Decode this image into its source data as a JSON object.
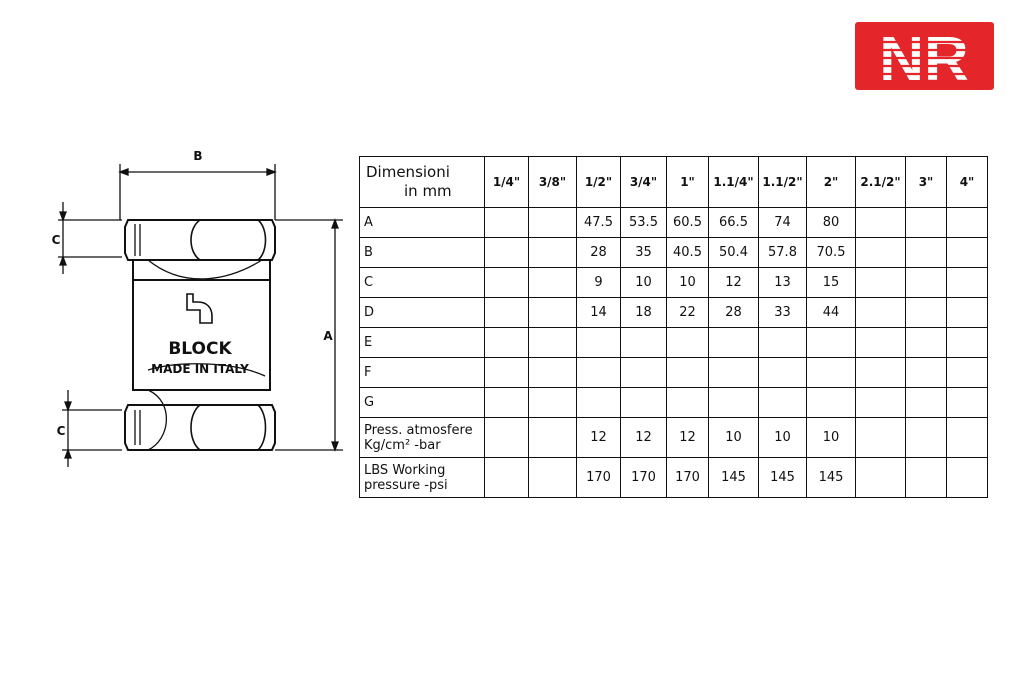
{
  "logo": {
    "text": "NR",
    "color": "#e4262a"
  },
  "drawing": {
    "label_b": "B",
    "label_a": "A",
    "label_c_top": "C",
    "label_c_bottom": "C",
    "brand": "BLOCK",
    "origin": "MADE IN ITALY"
  },
  "table": {
    "header_line1": "Dimensioni",
    "header_line2": "in mm",
    "columns": [
      "1/4\"",
      "3/8\"",
      "1/2\"",
      "3/4\"",
      "1\"",
      "1.1/4\"",
      "1.1/2\"",
      "2\"",
      "2.1/2\"",
      "3\"",
      "4\""
    ],
    "rows": [
      {
        "label": "A",
        "values": [
          "",
          "",
          "47.5",
          "53.5",
          "60.5",
          "66.5",
          "74",
          "80",
          "",
          "",
          ""
        ]
      },
      {
        "label": "B",
        "values": [
          "",
          "",
          "28",
          "35",
          "40.5",
          "50.4",
          "57.8",
          "70.5",
          "",
          "",
          ""
        ]
      },
      {
        "label": "C",
        "values": [
          "",
          "",
          "9",
          "10",
          "10",
          "12",
          "13",
          "15",
          "",
          "",
          ""
        ]
      },
      {
        "label": "D",
        "values": [
          "",
          "",
          "14",
          "18",
          "22",
          "28",
          "33",
          "44",
          "",
          "",
          ""
        ]
      },
      {
        "label": "E",
        "values": [
          "",
          "",
          "",
          "",
          "",
          "",
          "",
          "",
          "",
          "",
          ""
        ]
      },
      {
        "label": "F",
        "values": [
          "",
          "",
          "",
          "",
          "",
          "",
          "",
          "",
          "",
          "",
          ""
        ]
      },
      {
        "label": "G",
        "values": [
          "",
          "",
          "",
          "",
          "",
          "",
          "",
          "",
          "",
          "",
          ""
        ]
      },
      {
        "label_line1": "Press. atmosfere",
        "label_line2": "Kg/cm²   -bar",
        "values": [
          "",
          "",
          "12",
          "12",
          "12",
          "10",
          "10",
          "10",
          "",
          "",
          ""
        ]
      },
      {
        "label_line1": "LBS Working",
        "label_line2": "pressure  -psi",
        "values": [
          "",
          "",
          "170",
          "170",
          "170",
          "145",
          "145",
          "145",
          "",
          "",
          ""
        ]
      }
    ]
  }
}
